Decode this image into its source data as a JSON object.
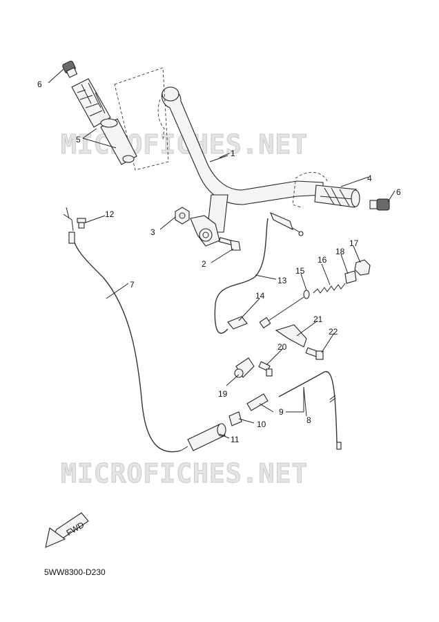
{
  "watermark": {
    "text_top": "MICROFICHES.NET",
    "text_bottom": "MICROFICHES.NET"
  },
  "fwd_label": "FWD",
  "diagram_code": "5WW8300-D230",
  "callouts": {
    "c1": "1",
    "c2": "2",
    "c3": "3",
    "c4": "4",
    "c5": "5",
    "c6a": "6",
    "c6b": "6",
    "c7": "7",
    "c8": "8",
    "c9": "9",
    "c10": "10",
    "c11": "11",
    "c12": "12",
    "c13": "13",
    "c14": "14",
    "c15": "15",
    "c16": "16",
    "c17": "17",
    "c18": "18",
    "c19": "19",
    "c20": "20",
    "c21": "21",
    "c22": "22"
  }
}
